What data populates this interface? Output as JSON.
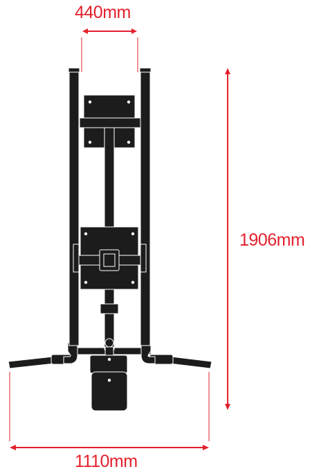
{
  "dimensions": {
    "top_spacing": "440mm",
    "height": "1906mm",
    "base_width": "1110mm"
  },
  "colors": {
    "dimension": "#e3202c",
    "frame": "#1c1c1c",
    "outline": "#ffffff",
    "background": "#ffffff"
  }
}
